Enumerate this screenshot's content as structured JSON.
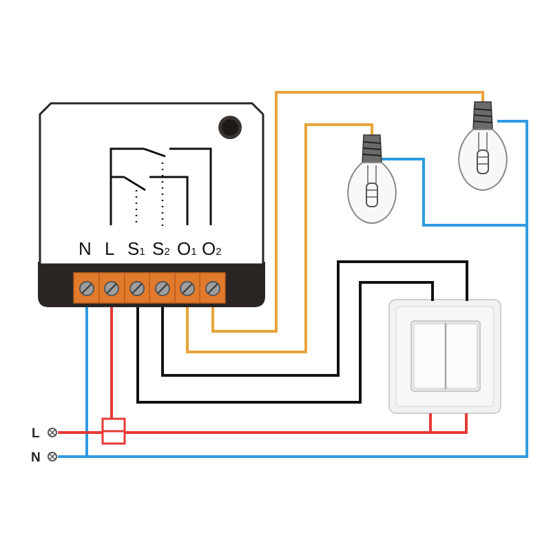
{
  "terminals": [
    {
      "main": "N",
      "sub": ""
    },
    {
      "main": "L",
      "sub": ""
    },
    {
      "main": "S",
      "sub": "1"
    },
    {
      "main": "S",
      "sub": "2"
    },
    {
      "main": "O",
      "sub": "1"
    },
    {
      "main": "O",
      "sub": "2"
    }
  ],
  "mains": {
    "live_label": "L",
    "neutral_label": "N"
  },
  "colors": {
    "live": "#e53935",
    "neutral": "#2f9be0",
    "switched": "#e8a33a",
    "switch_wire": "#111111",
    "terminal": "#e27a2b",
    "module_body": "#ffffff",
    "module_base": "#2a2522"
  },
  "icons": {
    "relay_symbol": "relay-contacts-icon",
    "button": "reset-button-icon",
    "bulb": "light-bulb-icon",
    "switch": "double-rocker-switch-icon",
    "fuse": "fuse-icon",
    "connector": "screw-terminal-icon"
  }
}
